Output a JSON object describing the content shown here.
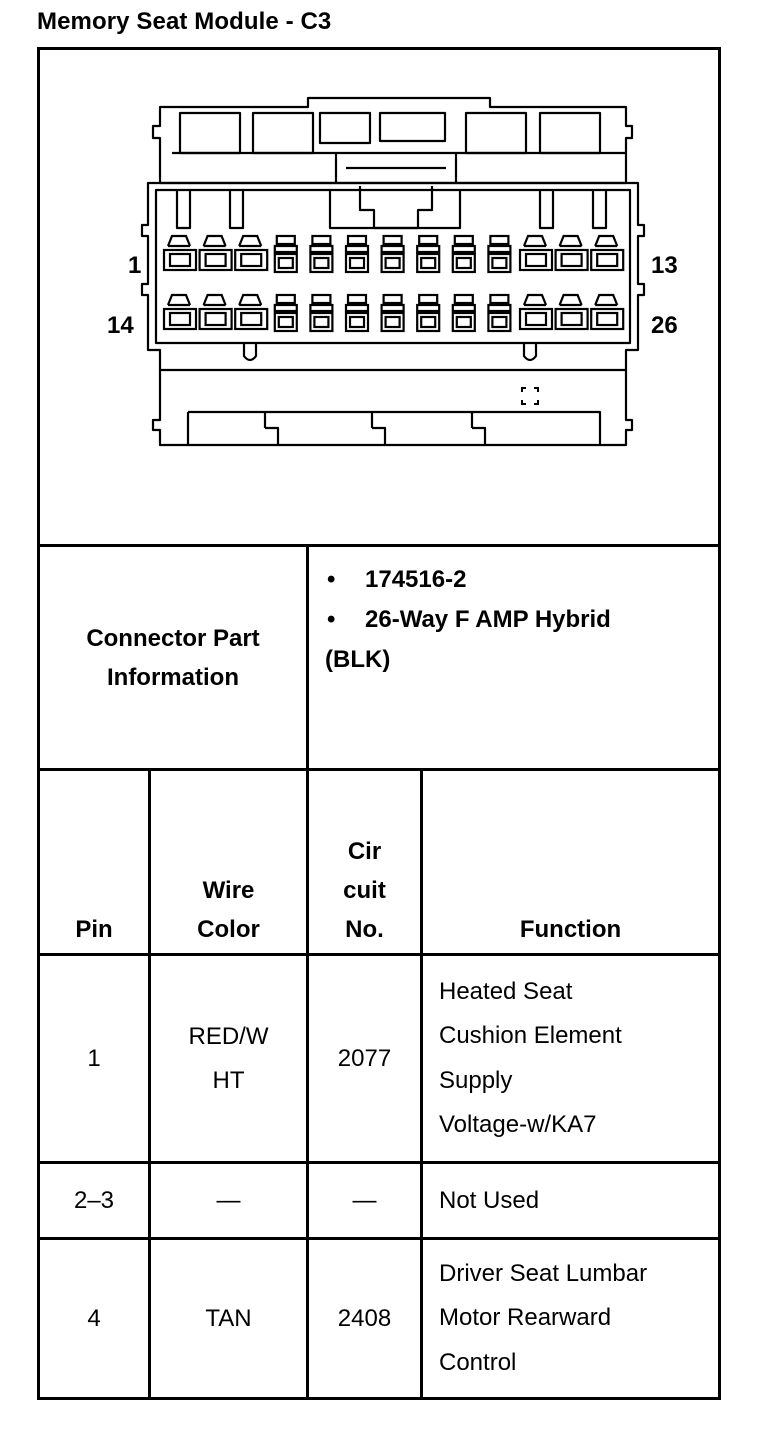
{
  "title": "Memory Seat Module - C3",
  "connector": {
    "pin_labels": {
      "top_left": "1",
      "top_right": "13",
      "bottom_left": "14",
      "bottom_right": "26"
    },
    "info_label": "Connector Part\nInformation",
    "info_items": [
      "174516-2",
      "26-Way F AMP Hybrid (BLK)"
    ],
    "bullet": "•"
  },
  "table": {
    "headers": {
      "pin": "Pin",
      "wire_color": "Wire\nColor",
      "circuit": "Cir\ncuit\nNo.",
      "function": "Function"
    },
    "rows": [
      {
        "pin": "1",
        "wire_color": "RED/W\nHT",
        "circuit": "2077",
        "function": "Heated Seat\nCushion Element\nSupply\nVoltage-w/KA7"
      },
      {
        "pin": "2–3",
        "wire_color": "—",
        "circuit": "—",
        "function": "Not Used"
      },
      {
        "pin": "4",
        "wire_color": "TAN",
        "circuit": "2408",
        "function": "Driver Seat Lumbar\nMotor Rearward\nControl"
      }
    ]
  }
}
